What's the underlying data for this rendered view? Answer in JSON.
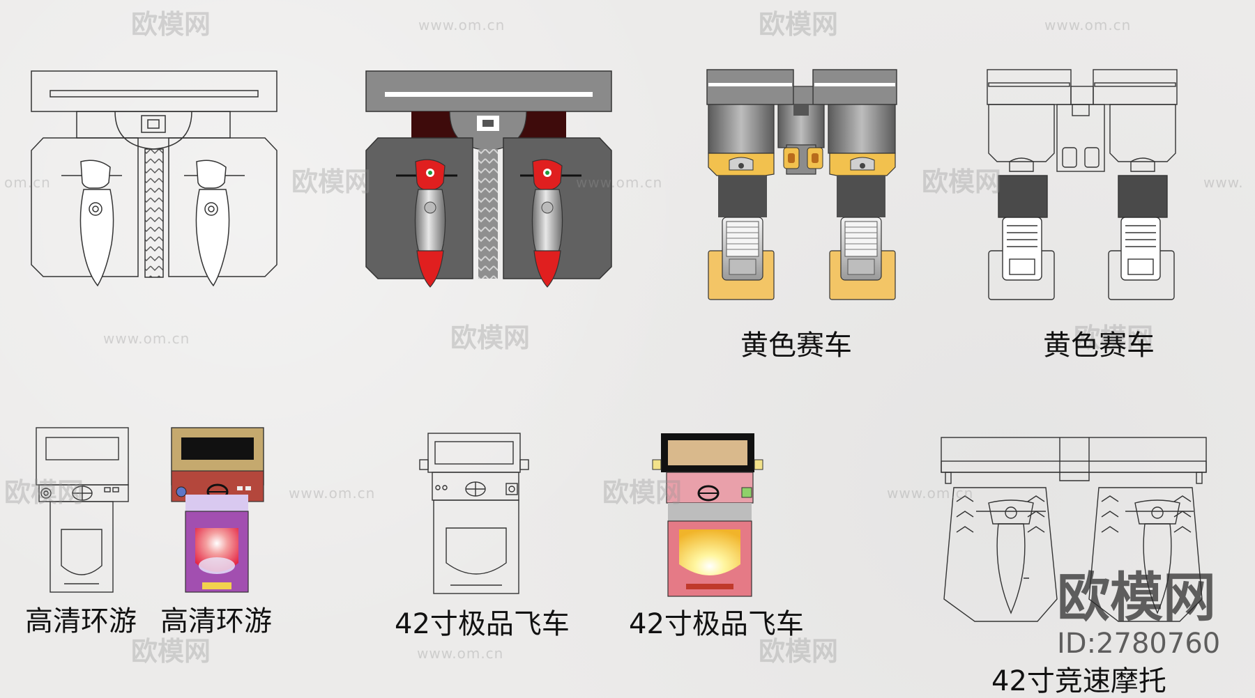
{
  "labels": {
    "yellow_racer_color": "黄色赛车",
    "yellow_racer_line": "黄色赛车",
    "hd_tour_line": "高清环游",
    "hd_tour_color": "高清环游",
    "flying_car_line": "42寸极品飞车",
    "flying_car_color": "42寸极品飞车",
    "racing_moto": "42寸竞速摩托"
  },
  "watermark": {
    "brand": "欧模网",
    "url": "www.om.cn",
    "url_short": "om.cn",
    "url_head": "www."
  },
  "brand_mark": {
    "name": "欧模网",
    "id": "ID:2780760"
  },
  "colors": {
    "background": "#ecebea",
    "line": "#333333",
    "cabinet_gray": "#646464",
    "seat_red": "#e01f1f",
    "racer_yellow": "#f2c14e",
    "screen_tan": "#d9b98c",
    "panel_purple": "#a24fb0",
    "cabinet_pink": "#e57a86",
    "cabinet_brown": "#b4473c"
  },
  "icons": [
    "steering-wheel-icon",
    "brand-logo"
  ]
}
